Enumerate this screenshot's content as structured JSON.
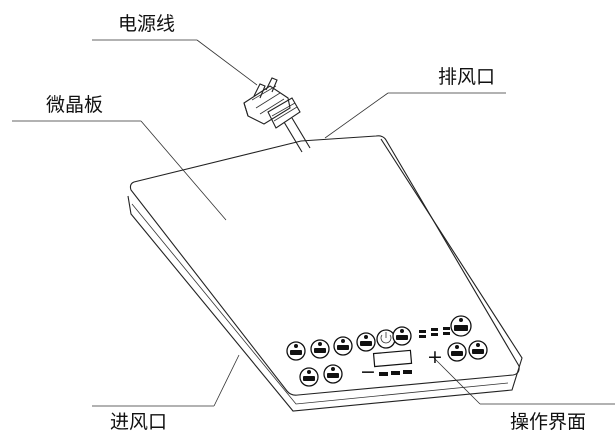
{
  "labels": {
    "power_cord": "电源线",
    "exhaust_vent": "排风口",
    "glass_plate": "微晶板",
    "intake_vent": "进风口",
    "control_panel": "操作界面"
  },
  "panel_signs": {
    "minus": "−",
    "plus": "+"
  }
}
